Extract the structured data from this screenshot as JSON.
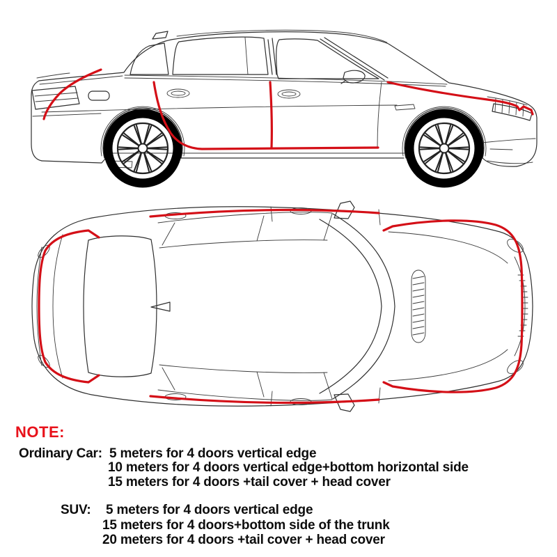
{
  "palette": {
    "seal_red": "#d40f17",
    "note_red": "#e8121b",
    "line_dark": "#2f2f2f"
  },
  "diagram": {
    "views": [
      {
        "name": "sedan-side-view"
      },
      {
        "name": "sedan-top-view"
      }
    ]
  },
  "note": {
    "title": "NOTE:",
    "ordinary": {
      "label": "Ordinary Car:",
      "lines": [
        "5 meters for 4 doors vertical edge",
        "10 meters for 4 doors vertical edge+bottom horizontal side",
        "15 meters for 4 doors +tail cover + head cover"
      ]
    },
    "suv": {
      "label": "SUV:",
      "lines": [
        "5 meters for 4 doors vertical edge",
        "15 meters for 4 doors+bottom side of the trunk",
        "20 meters for 4 doors +tail cover + head cover"
      ]
    }
  }
}
